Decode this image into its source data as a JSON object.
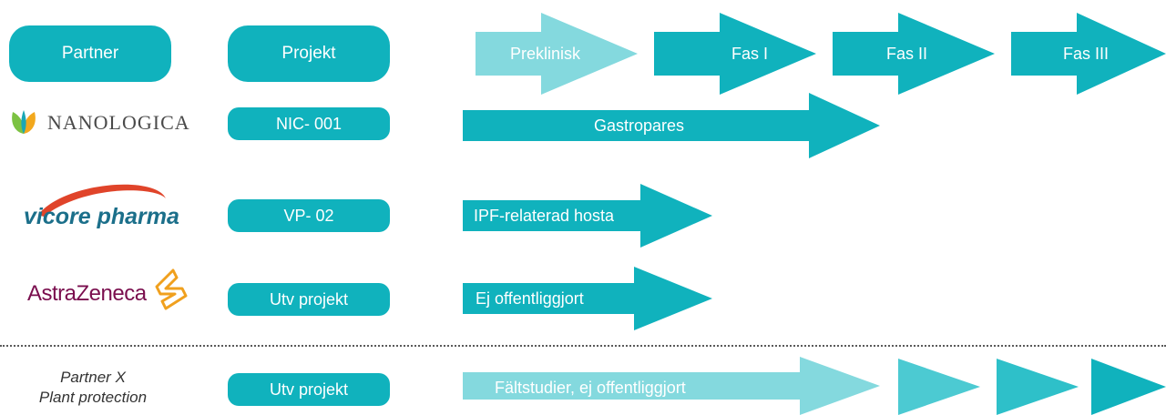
{
  "colors": {
    "teal": "#10b2bd",
    "light_teal": "#84d9de",
    "mid_teal": "#4ccad2",
    "nanologica_text": "#4a4a4a",
    "vicore_blue": "#1b6f8a",
    "vicore_swoosh": "#e0442a",
    "astrazeneca_text": "#7a0e4e",
    "astrazeneca_mark": "#f0a01e"
  },
  "header": {
    "partner": "Partner",
    "projekt": "Projekt",
    "phases": [
      "Preklinisk",
      "Fas I",
      "Fas II",
      "Fas III"
    ]
  },
  "rows": [
    {
      "partner_logo_text": "NANOLOGICA",
      "partner_logo_icon": "nanologica-leaf-icon",
      "project": "NIC- 001",
      "arrow_label": "Gastropares"
    },
    {
      "partner_logo_text": "vicore pharma",
      "partner_logo_icon": "vicore-swoosh-icon",
      "project": "VP- 02",
      "arrow_label": "IPF-relaterad hosta"
    },
    {
      "partner_logo_text": "AstraZeneca",
      "partner_logo_icon": "astrazeneca-symbol-icon",
      "project": "Utv projekt",
      "arrow_label": "Ej offentliggjort"
    }
  ],
  "bottom_row": {
    "partner_line1": "Partner X",
    "partner_line2": "Plant protection",
    "project": "Utv projekt",
    "arrow_label": "Fältstudier, ej offentliggjort"
  }
}
